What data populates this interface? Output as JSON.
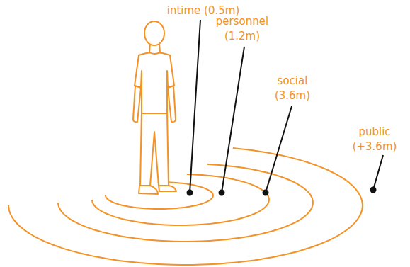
{
  "diagram": {
    "labels": [
      "intime (0.5m)",
      "personnel (1.2m)",
      "social (3.6m)",
      "public (+3.6m)"
    ]
  }
}
